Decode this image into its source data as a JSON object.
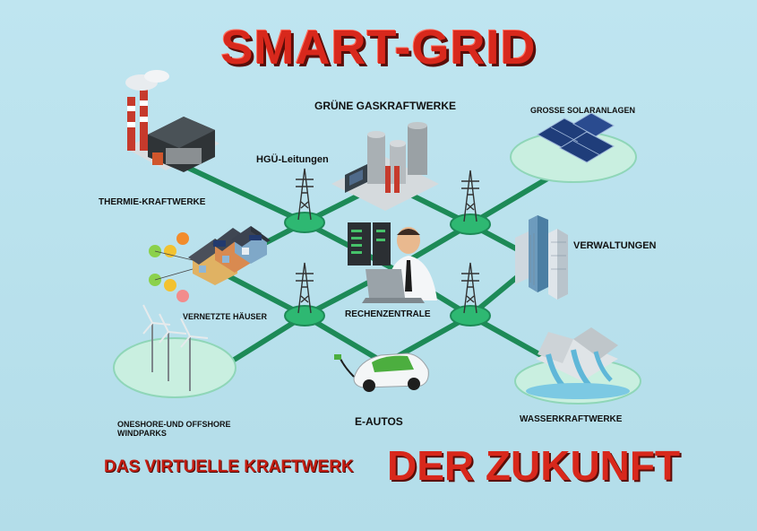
{
  "title": "SMART-GRID",
  "labels": {
    "gas": "GRÜNE GASKRAFTWERKE",
    "solar": "GROSSE SOLARANLAGEN",
    "hgue": "HGÜ-Leitungen",
    "thermal": "THERMIE-KRAFTWERKE",
    "admin": "VERWALTUNGEN",
    "houses": "VERNETZTE HÄUSER",
    "datacenter": "RECHENZENTRALE",
    "wind_line1": "ONESHORE-UND OFFSHORE",
    "wind_line2": "WINDPARKS",
    "eautos": "E-AUTOS",
    "hydro": "WASSERKRAFTWERKE"
  },
  "footer": {
    "left": "DAS VIRTUELLE KRAFTWERK",
    "right": "DER ZUKUNFT"
  },
  "colors": {
    "background": "#bfe5f0",
    "grid_line": "#1d8a57",
    "hub": "#2eb872",
    "platform": "#c9efe0",
    "title_red": "#d8281c"
  }
}
